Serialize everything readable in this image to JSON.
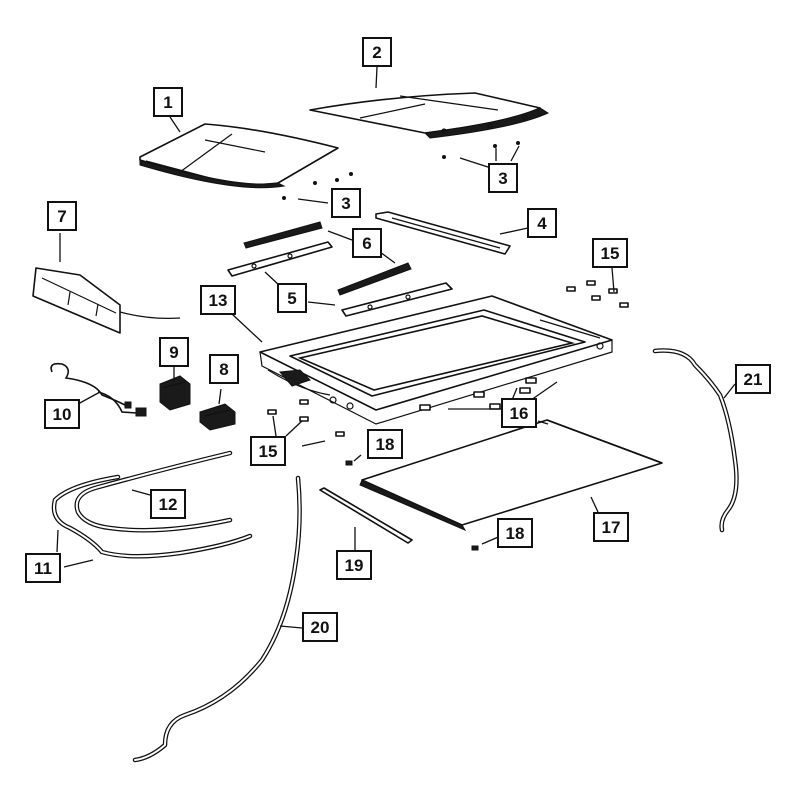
{
  "diagram": {
    "callouts": [
      {
        "id": "c1",
        "label": "1"
      },
      {
        "id": "c2",
        "label": "2"
      },
      {
        "id": "c3a",
        "label": "3"
      },
      {
        "id": "c3b",
        "label": "3"
      },
      {
        "id": "c4",
        "label": "4"
      },
      {
        "id": "c5",
        "label": "5"
      },
      {
        "id": "c6",
        "label": "6"
      },
      {
        "id": "c7",
        "label": "7"
      },
      {
        "id": "c8",
        "label": "8"
      },
      {
        "id": "c9",
        "label": "9"
      },
      {
        "id": "c10",
        "label": "10"
      },
      {
        "id": "c11",
        "label": "11"
      },
      {
        "id": "c12",
        "label": "12"
      },
      {
        "id": "c13",
        "label": "13"
      },
      {
        "id": "c15a",
        "label": "15"
      },
      {
        "id": "c15b",
        "label": "15"
      },
      {
        "id": "c16",
        "label": "16"
      },
      {
        "id": "c17",
        "label": "17"
      },
      {
        "id": "c18a",
        "label": "18"
      },
      {
        "id": "c18b",
        "label": "18"
      },
      {
        "id": "c19",
        "label": "19"
      },
      {
        "id": "c20",
        "label": "20"
      },
      {
        "id": "c21",
        "label": "21"
      }
    ]
  }
}
